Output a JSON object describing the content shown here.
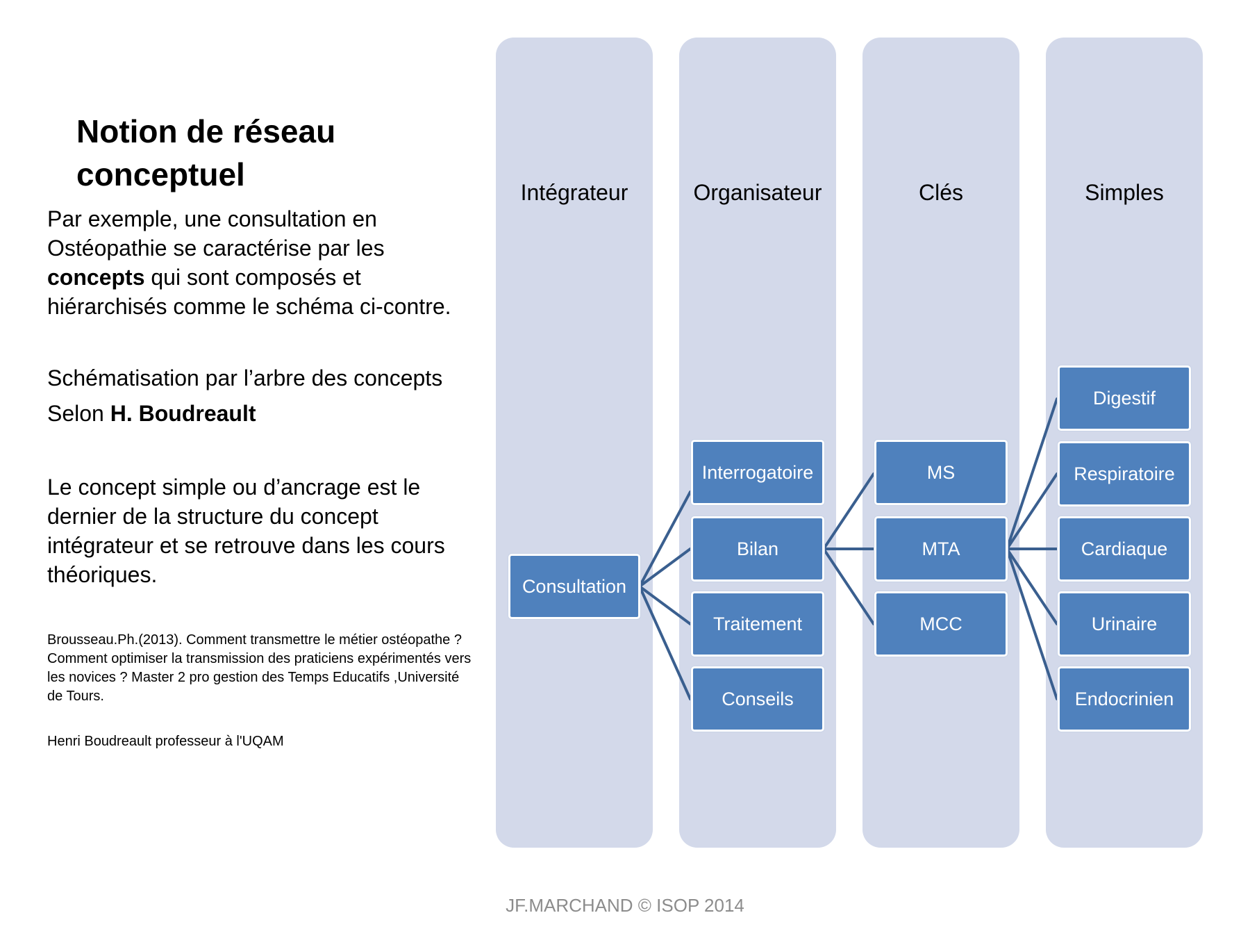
{
  "slide": {
    "title": "Notion de réseau conceptuel",
    "paragraph1": {
      "part1": "Par exemple, une consultation en Ostéopathie se caractérise par les ",
      "bold": "concepts",
      "part2": " qui sont composés et hiérarchisés comme le schéma ci-contre."
    },
    "paragraph2": "Schématisation par l’arbre des concepts",
    "paragraph3": {
      "prefix": "Selon ",
      "bold": "H. Boudreault"
    },
    "paragraph4": "Le concept simple ou d’ancrage est le dernier de la structure du concept intégrateur et se retrouve dans les cours théoriques.",
    "reference": "Brousseau.Ph.(2013). Comment transmettre le métier ostéopathe ? Comment optimiser la transmission des praticiens expérimentés vers les novices ? Master 2 pro gestion des Temps Educatifs ,Université de Tours.",
    "author_note": "Henri Boudreault professeur à l'UQAM",
    "footer": "JF.MARCHAND © ISOP 2014"
  },
  "diagram": {
    "lanes": [
      {
        "title": "Intégrateur"
      },
      {
        "title": "Organisateur"
      },
      {
        "title": "Clés"
      },
      {
        "title": "Simples"
      }
    ],
    "nodes": {
      "integrateur": [
        "Consultation"
      ],
      "organisateur": [
        "Interrogatoire",
        "Bilan",
        "Traitement",
        "Conseils"
      ],
      "cles": [
        "MS",
        "MTA",
        "MCC"
      ],
      "simples": [
        "Digestif",
        "Respiratoire",
        "Cardiaque",
        "Urinaire",
        "Endocrinien"
      ]
    },
    "edges": [
      [
        "Consultation",
        "Interrogatoire"
      ],
      [
        "Consultation",
        "Bilan"
      ],
      [
        "Consultation",
        "Traitement"
      ],
      [
        "Consultation",
        "Conseils"
      ],
      [
        "Bilan",
        "MS"
      ],
      [
        "Bilan",
        "MTA"
      ],
      [
        "Bilan",
        "MCC"
      ],
      [
        "MTA",
        "Digestif"
      ],
      [
        "MTA",
        "Respiratoire"
      ],
      [
        "MTA",
        "Cardiaque"
      ],
      [
        "MTA",
        "Urinaire"
      ],
      [
        "MTA",
        "Endocrinien"
      ]
    ],
    "colors": {
      "lane_fill": "#d3d9ea",
      "node_fill": "#4f81bd",
      "node_text": "#ffffff",
      "connector": "#3a5f8f"
    }
  }
}
